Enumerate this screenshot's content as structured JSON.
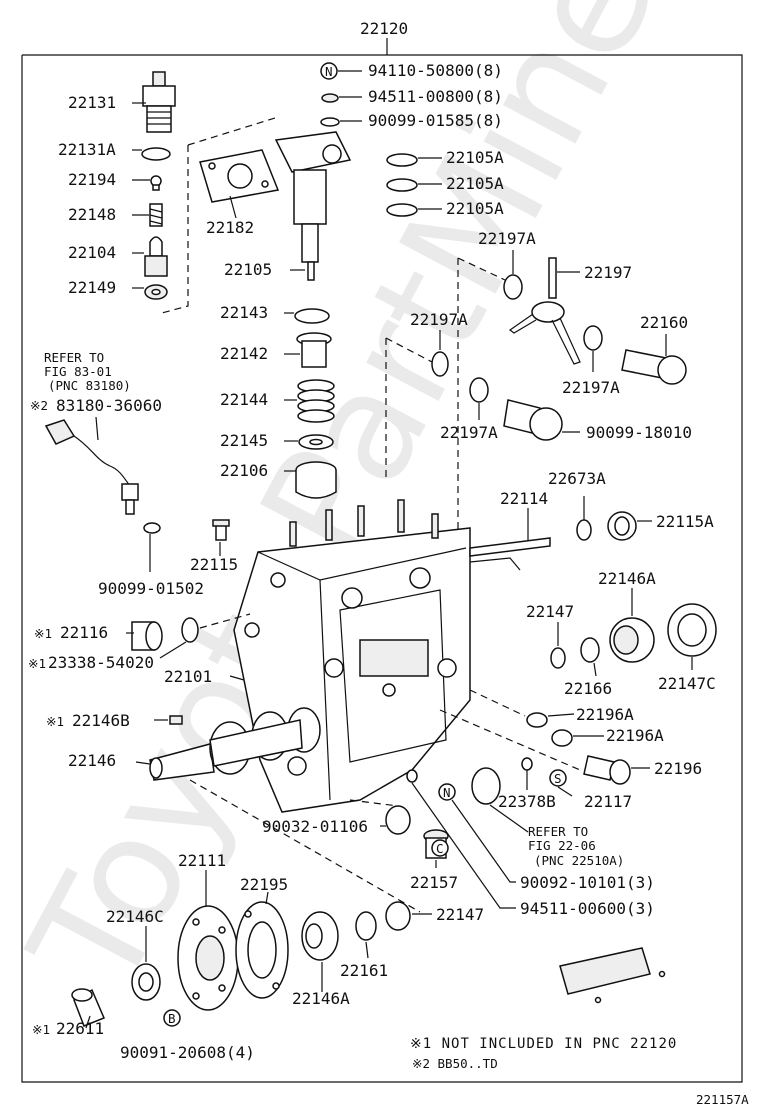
{
  "top_label": "22120",
  "labels": {
    "l22131": "22131",
    "l22131A": "22131A",
    "l22194": "22194",
    "l22148": "22148",
    "l22104": "22104",
    "l22149": "22149",
    "l22182": "22182",
    "l22105": "22105",
    "l22143": "22143",
    "l22142": "22142",
    "l22144": "22144",
    "l22145": "22145",
    "l22106": "22106",
    "l22105A_1": "22105A",
    "l22105A_2": "22105A",
    "l22105A_3": "22105A",
    "l94110": "94110-50800(8)",
    "l94511_08": "94511-00800(8)",
    "l90099_01585": "90099-01585(8)",
    "l22197A_top": "22197A",
    "l22197": "22197",
    "l22197A_mid": "22197A",
    "l22160": "22160",
    "l22197A_r": "22197A",
    "l22197A_l": "22197A",
    "l90099_18010": "90099-18010",
    "l22673A": "22673A",
    "l22114": "22114",
    "l22115A": "22115A",
    "l22115": "22115",
    "l90099_01502": "90099-01502",
    "l22146A_r": "22146A",
    "l22147_r": "22147",
    "l22166": "22166",
    "l22147C": "22147C",
    "l22116": "22116",
    "l23338": "23338-54020",
    "l22101": "22101",
    "l22196A_1": "22196A",
    "l22196A_2": "22196A",
    "l22196": "22196",
    "l22146B": "22146B",
    "l22146": "22146",
    "l22378B": "22378B",
    "l22117": "22117",
    "l90032": "90032-01106",
    "l22157": "22157",
    "l90092": "90092-10101(3)",
    "l94511_06": "94511-00600(3)",
    "l22111": "22111",
    "l22195": "22195",
    "l22147_b": "22147",
    "l22146C": "22146C",
    "l22161": "22161",
    "l22146A_b": "22146A",
    "l22611": "22611",
    "l90091": "90091-20608(4)"
  },
  "refers": {
    "r1_line1": "REFER TO",
    "r1_line2": "FIG 83-01",
    "r1_line3": "(PNC 83180)",
    "r1_part": "83180-36060",
    "r2_line1": "REFER TO",
    "r2_line2": "FIG 22-06",
    "r2_line3": "(PNC 22510A)"
  },
  "marks": {
    "n_mark": "N",
    "s_mark": "S",
    "c_mark": "C",
    "b_mark": "B",
    "n2_mark": "N",
    "ref1": "※1",
    "ref2": "※2"
  },
  "notes": {
    "note1": "※1 NOT INCLUDED IN PNC 22120",
    "note2": "※2 BB50..TD"
  },
  "figure_id": "221157A",
  "watermark": "ToyotaPartMine.ru"
}
